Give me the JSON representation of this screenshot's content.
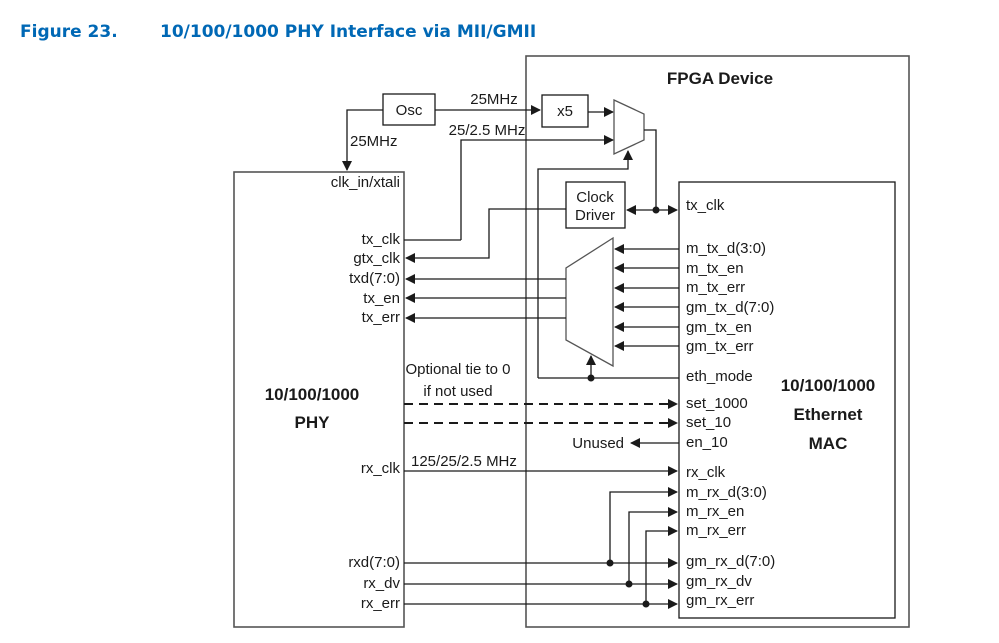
{
  "figure": {
    "number": "Figure 23.",
    "title": "10/100/1000 PHY Interface via MII/GMII"
  },
  "blocks": {
    "fpga": "FPGA Device",
    "osc": "Osc",
    "x5": "x5",
    "clock_driver": [
      "Clock",
      "Driver"
    ],
    "phy": [
      "10/100/1000",
      "PHY"
    ],
    "mac": [
      "10/100/1000",
      "Ethernet",
      "MAC"
    ]
  },
  "clock_labels": {
    "osc_to_fpga": "25MHz",
    "osc_to_phy": "25MHz",
    "tx_clk_freq": "25/2.5 MHz",
    "rx_clk_freq": "125/25/2.5 MHz"
  },
  "phy_pins": {
    "clk_in": "clk_in/xtali",
    "tx": [
      "tx_clk",
      "gtx_clk",
      "txd(7:0)",
      "tx_en",
      "tx_err"
    ],
    "rx_clk": "rx_clk",
    "rx": [
      "rxd(7:0)",
      "rx_dv",
      "rx_err"
    ]
  },
  "mac_pins": {
    "tx_clk": "tx_clk",
    "tx_inputs": [
      "m_tx_d(3:0)",
      "m_tx_en",
      "m_tx_err",
      "gm_tx_d(7:0)",
      "gm_tx_en",
      "gm_tx_err"
    ],
    "eth_mode": "eth_mode",
    "set_1000": "set_1000",
    "set_10": "set_10",
    "en_10": "en_10",
    "rx_clk": "rx_clk",
    "m_rx": [
      "m_rx_d(3:0)",
      "m_rx_en",
      "m_rx_err"
    ],
    "gm_rx": [
      "gm_rx_d(7:0)",
      "gm_rx_dv",
      "gm_rx_err"
    ]
  },
  "annotations": {
    "optional_tie": [
      "Optional tie to 0",
      "if not used"
    ],
    "unused": "Unused"
  }
}
